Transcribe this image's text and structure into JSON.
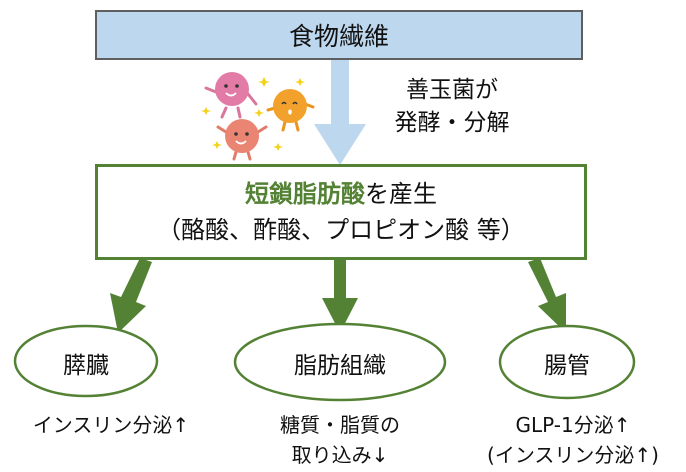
{
  "diagram": {
    "top_box": {
      "label": "食物繊維"
    },
    "bacteria_note": {
      "line1": "善玉菌が",
      "line2": "発酵・分解"
    },
    "bacteria_icons": [
      "pink-bacterium",
      "orange-bacterium",
      "salmon-bacterium",
      "sparkle"
    ],
    "product_box": {
      "highlight": "短鎖脂肪酸",
      "suffix": "を産生",
      "examples": "（酪酸、酢酸、プロピオン酸 等）"
    },
    "targets": [
      {
        "organ": "膵臓",
        "effect_lines": [
          "インスリン分泌↑"
        ]
      },
      {
        "organ": "脂肪組織",
        "effect_lines": [
          "糖質・脂質の",
          "取り込み↓"
        ]
      },
      {
        "organ": "腸管",
        "effect_lines": [
          "GLP-1分泌↑",
          "(インスリン分泌↑)"
        ]
      }
    ],
    "colors": {
      "top_box_fill": "#bdd7ee",
      "top_box_border": "#5f5f5f",
      "flow_arrow": "#bdd7ee",
      "accent_green": "#548235"
    }
  }
}
